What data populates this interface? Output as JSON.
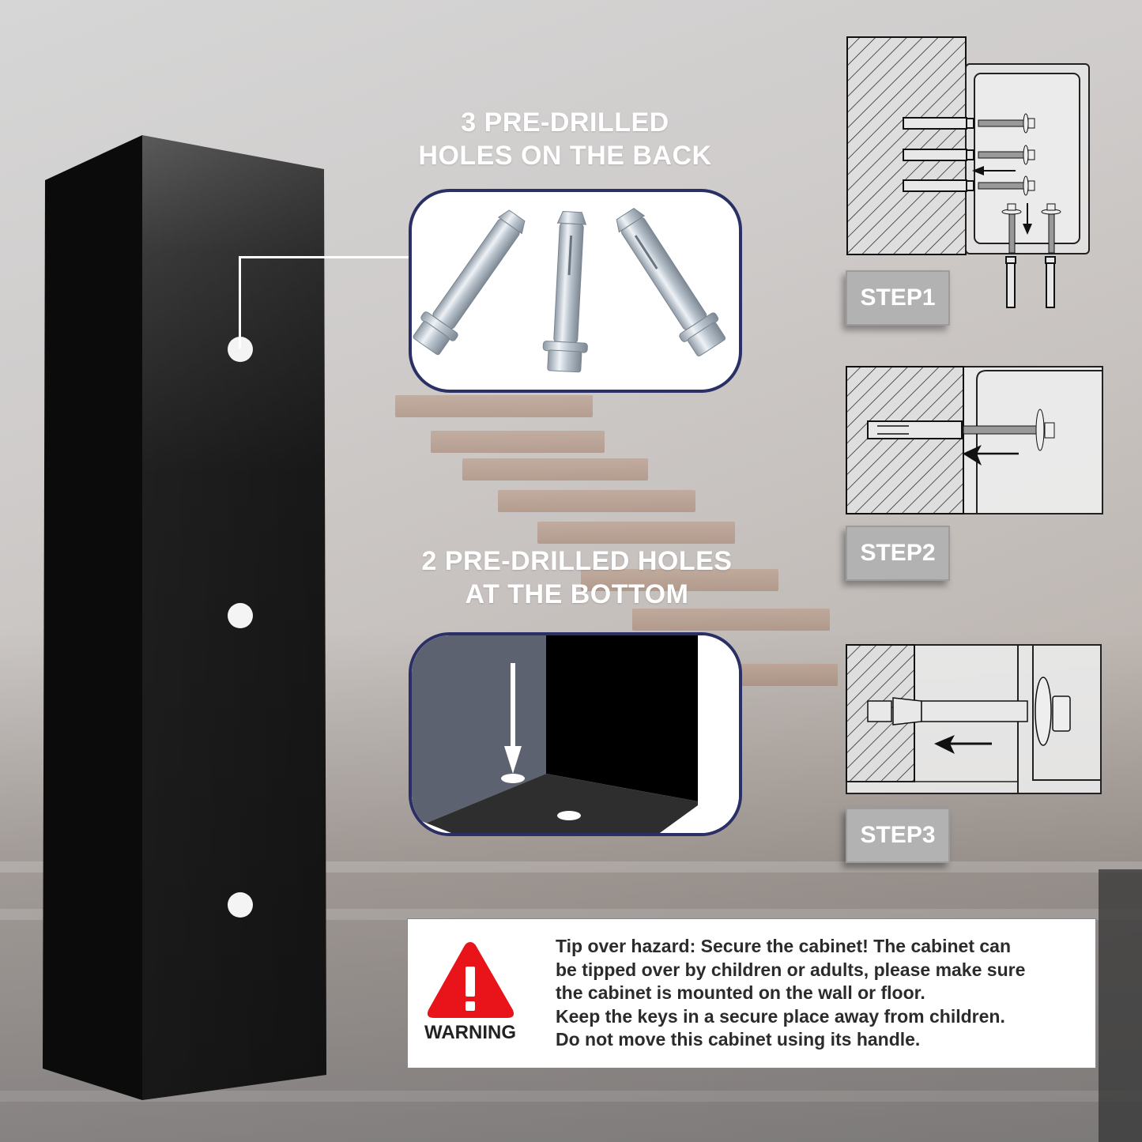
{
  "background": {
    "scene": "blurred interior with floating wooden staircase and glass railing",
    "tone": "#c9c5c2"
  },
  "cabinet": {
    "color": "#141414",
    "holes_count": 3,
    "hole_color": "#f4f4f4"
  },
  "callouts": {
    "back_holes": {
      "line1": "3 PRE-DRILLED",
      "line2": "HOLES ON THE BACK",
      "image": "three-expansion-bolts"
    },
    "bottom_holes": {
      "line1": "2 PRE-DRILLED HOLES",
      "line2": "AT THE BOTTOM",
      "image": "cabinet-bottom-with-two-holes"
    },
    "frame_border_color": "#2a2f66"
  },
  "steps": [
    {
      "label": "STEP1",
      "diagram": "wall-with-three-back-anchors-and-two-bottom-anchors"
    },
    {
      "label": "STEP2",
      "diagram": "bolt-inserted-into-wall-anchor"
    },
    {
      "label": "STEP3",
      "diagram": "anchor-expanded-bolt-tightened"
    }
  ],
  "warning": {
    "label": "WARNING",
    "icon": "warning-triangle-icon",
    "icon_color": "#e8141a",
    "lines": [
      "Tip over hazard: Secure the cabinet! The cabinet can",
      "be tipped over by children or adults, please make sure",
      "the cabinet is mounted on the wall or floor.",
      "Keep the keys in a secure place away from children.",
      "Do not move this cabinet using its handle."
    ]
  }
}
